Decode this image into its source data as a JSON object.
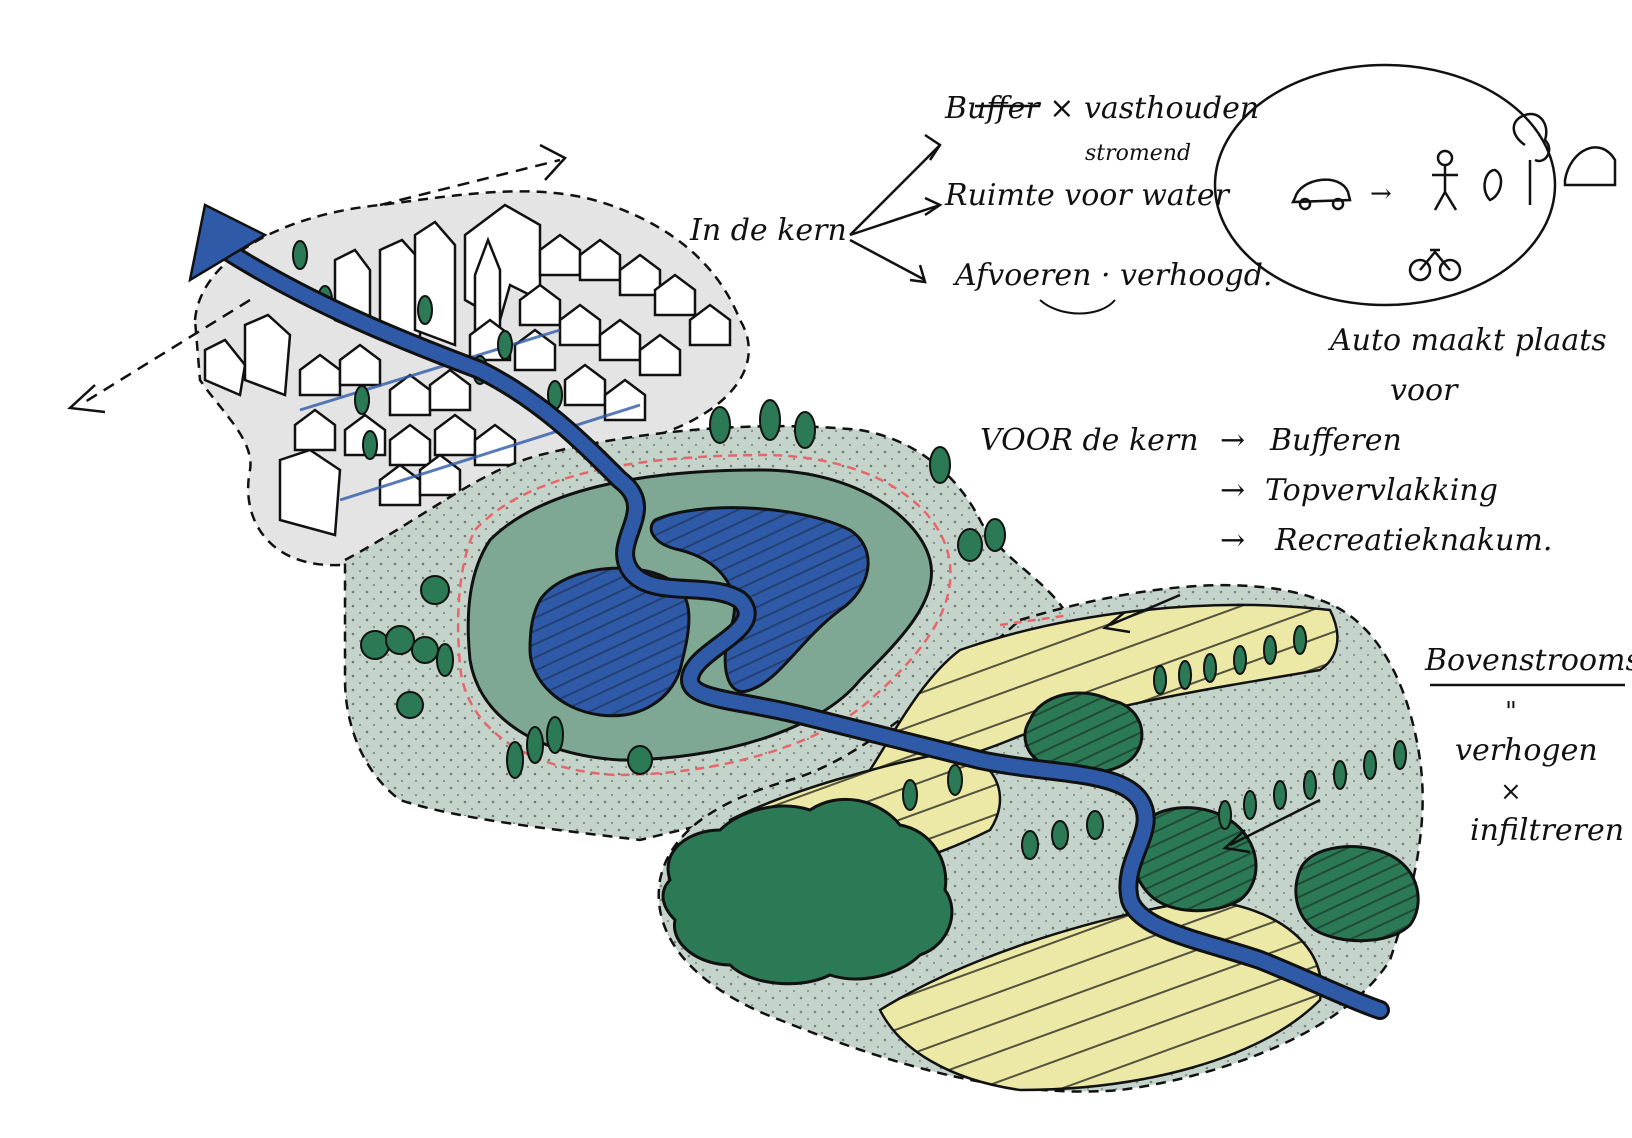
{
  "colors": {
    "paper": "#ffffff",
    "ink": "#111111",
    "river": "#2f5aa8",
    "river_light": "#5b7fc4",
    "wetland": "#7fa894",
    "wetland_dark": "#4f806a",
    "meadow": "#c4d4cb",
    "forest": "#2c7a55",
    "field": "#ece9a6",
    "town": "#e4e4e4",
    "buffer_line": "#e8666a"
  },
  "annotations": {
    "core_root": "In de kern",
    "core_branches": [
      {
        "label": "Buffer",
        "struck": "Buffer",
        "rest": " × vasthouden"
      },
      {
        "label": "Ruimte voor water",
        "insert": "stromend"
      },
      {
        "label": "Afvoeren · verhoogd."
      }
    ],
    "mobility_caption": "Auto maakt plaats\nvoor",
    "front_root": "VOOR de kern",
    "front_items": [
      "Bufferen",
      "Topvervlakking",
      "Recreatieknakum."
    ],
    "upstream_title": "Bovenstrooms",
    "upstream_lines": [
      "\"",
      "verhogen",
      "×",
      "infiltreren"
    ]
  },
  "icons": {
    "mobility": [
      "car-icon",
      "arrow-icon",
      "pedestrian-icon",
      "tree-icon",
      "house-icon",
      "bicycle-icon"
    ]
  }
}
